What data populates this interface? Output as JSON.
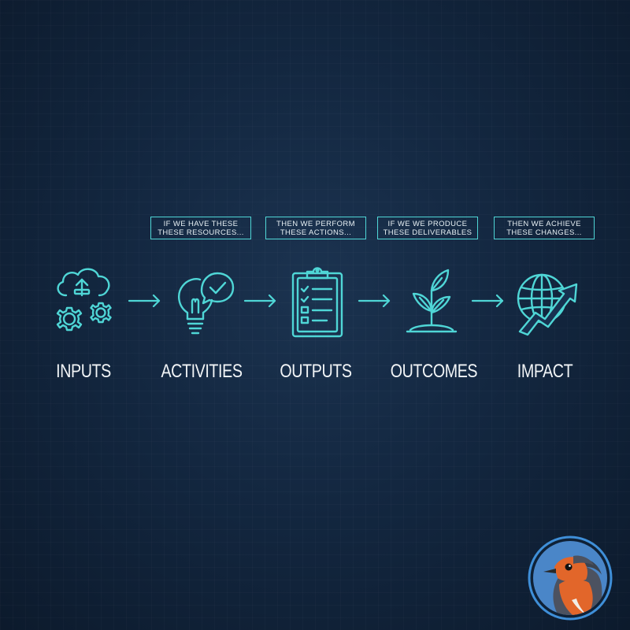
{
  "stages": [
    {
      "label": "INPUTS",
      "caption": "",
      "icon": "cloud-upload-gears-icon"
    },
    {
      "label": "ACTIVITIES",
      "caption": "IF WE HAVE THESE THESE RESOURCES...",
      "icon": "lightbulb-check-icon"
    },
    {
      "label": "OUTPUTS",
      "caption": "THEN WE PERFORM THESE ACTIONS...",
      "icon": "clipboard-checklist-icon"
    },
    {
      "label": "OUTCOMES",
      "caption": "IF WE WE PRODUCE THESE DELIVERABLES",
      "icon": "sprout-icon"
    },
    {
      "label": "IMPACT",
      "caption": "THEN WE ACHIEVE THESE CHANGES...",
      "icon": "globe-growth-arrow-icon"
    }
  ],
  "captions": {
    "activities": {
      "line1": "IF WE HAVE THESE",
      "line2": "THESE RESOURCES..."
    },
    "outputs": {
      "line1": "THEN WE PERFORM",
      "line2": "THESE ACTIONS..."
    },
    "outcomes": {
      "line1": "IF WE WE PRODUCE",
      "line2": "THESE DELIVERABLES"
    },
    "impact": {
      "line1": "THEN WE ACHIEVE",
      "line2": "THESE CHANGES..."
    }
  },
  "labels": {
    "inputs": "INPUTS",
    "activities": "ACTIVITIES",
    "outputs": "OUTPUTS",
    "outcomes": "OUTCOMES",
    "impact": "IMPACT"
  },
  "colors": {
    "accent": "#4fd6d6",
    "background": "#132740",
    "text": "#f2f5f7",
    "logo_ring": "#3f8fd8",
    "logo_bird": "#e2662a"
  },
  "logo": {
    "icon": "robin-bird-logo"
  }
}
